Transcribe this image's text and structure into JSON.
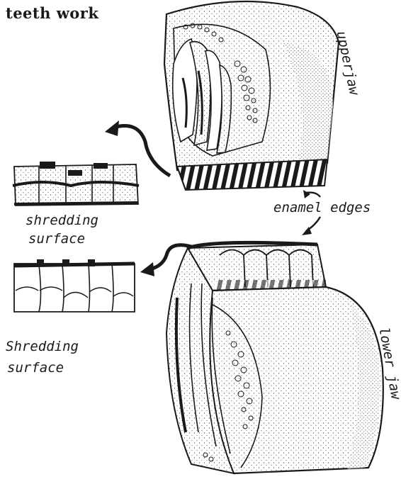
{
  "title": "teeth work",
  "labels": {
    "upper_jaw": "upperjaw",
    "lower_jaw": "lower jaw",
    "enamel_edges": "enamel edges",
    "shredding_top_line1": "shredding",
    "shredding_top_line2": "surface",
    "shredding_bottom_line1": "Shredding",
    "shredding_bottom_line2": "surface"
  },
  "colors": {
    "ink": "#1a1a1a",
    "paper": "#ffffff"
  }
}
